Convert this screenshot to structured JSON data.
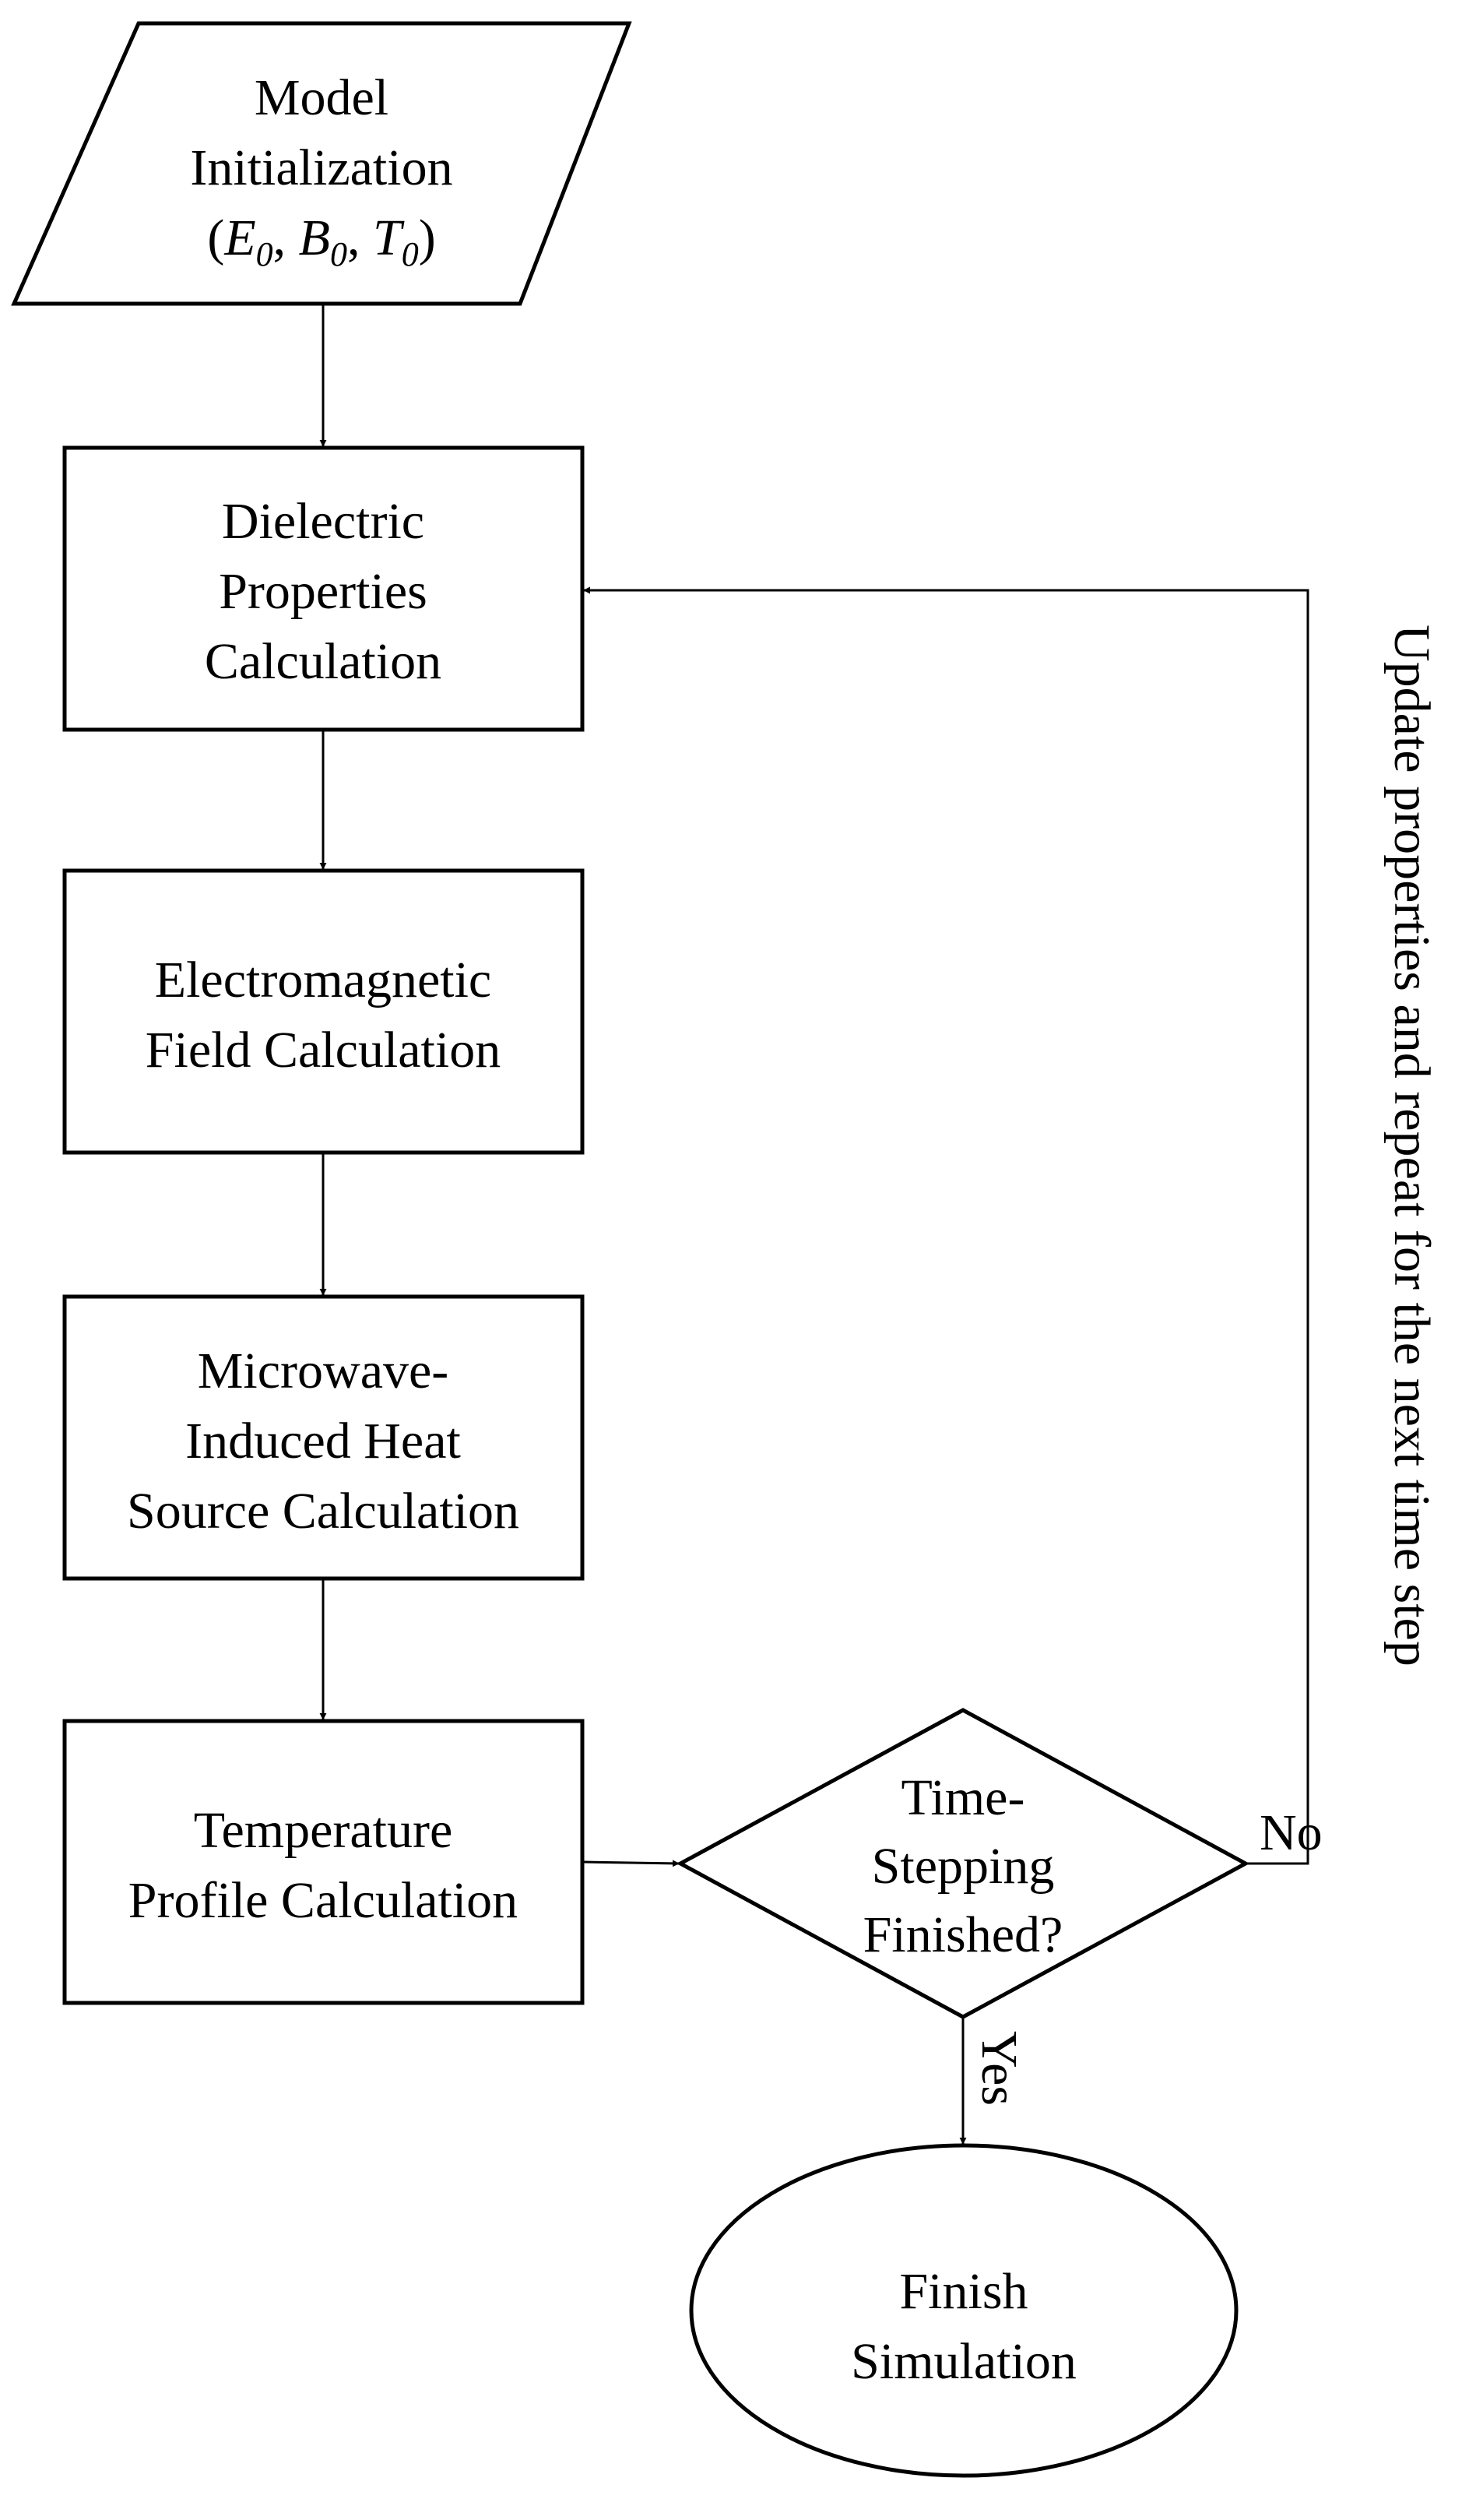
{
  "diagram": {
    "input": {
      "lines": [
        "Model",
        "Initialization"
      ],
      "open_paren": "(",
      "vars": [
        {
          "letter": "E",
          "sub": "0"
        },
        {
          "letter": "B",
          "sub": "0"
        },
        {
          "letter": "T",
          "sub": "0"
        }
      ],
      "separator": ", ",
      "close_paren": ")"
    },
    "processes": [
      {
        "id": "dielectric",
        "lines": [
          "Dielectric",
          "Properties",
          "Calculation"
        ]
      },
      {
        "id": "em-field",
        "lines": [
          "Electromagnetic",
          "Field Calculation"
        ]
      },
      {
        "id": "heat-source",
        "lines": [
          "Microwave-",
          "Induced Heat",
          "Source Calculation"
        ]
      },
      {
        "id": "temperature",
        "lines": [
          "Temperature",
          "Profile Calculation"
        ]
      }
    ],
    "decision": {
      "lines": [
        "Time-",
        "Stepping",
        "Finished?"
      ]
    },
    "terminal": {
      "lines": [
        "Finish",
        "Simulation"
      ]
    },
    "edge_labels": {
      "no": "No",
      "yes": "Yes",
      "loop": "Update properties and repeat for the next time step"
    }
  }
}
